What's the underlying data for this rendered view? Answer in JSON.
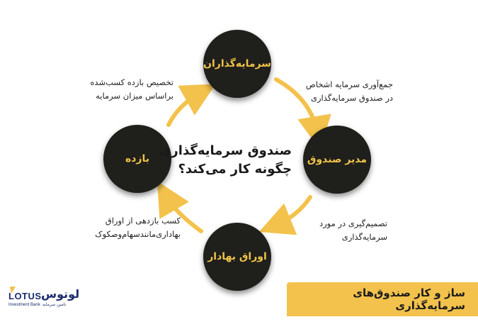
{
  "title": {
    "line1": "صندوق سرمایه‌گذاری",
    "line2": "چگونه کار می‌کند؟"
  },
  "nodes": {
    "investors": "سرمایه‌گذاران",
    "fund_manager": "مدیر صندوق",
    "securities": "اوراق بهادار",
    "returns": "بازده"
  },
  "notes": {
    "top_right": [
      "جمع‌آوری سرمایه اشخاص",
      "در صندوق سرمایه‌گذاری"
    ],
    "bottom_right": [
      "تصمیم‌گیری در مورد",
      "سرمایه‌گذاری"
    ],
    "bottom_left": [
      "کسب بازدهی از اوراق",
      "بهاداری‌مانند‌سهام‌و‌صکوک"
    ],
    "top_left": [
      "تخصیص بازده کسب‌شده",
      "براساس میزان سرمایه"
    ]
  },
  "banner_text": "ساز و کار صندوق‌های سرمایه‌گذاری",
  "logo": {
    "latin": "LOTUS",
    "persian": "لوتوس",
    "sub_latin": "Investment Bank",
    "sub_persian": "تامین سرمایه"
  },
  "colors": {
    "accent": "#f3c24c",
    "node_fill": "#1f1f1b",
    "node_text": "#f0c24a",
    "logo": "#1c2c6e"
  }
}
